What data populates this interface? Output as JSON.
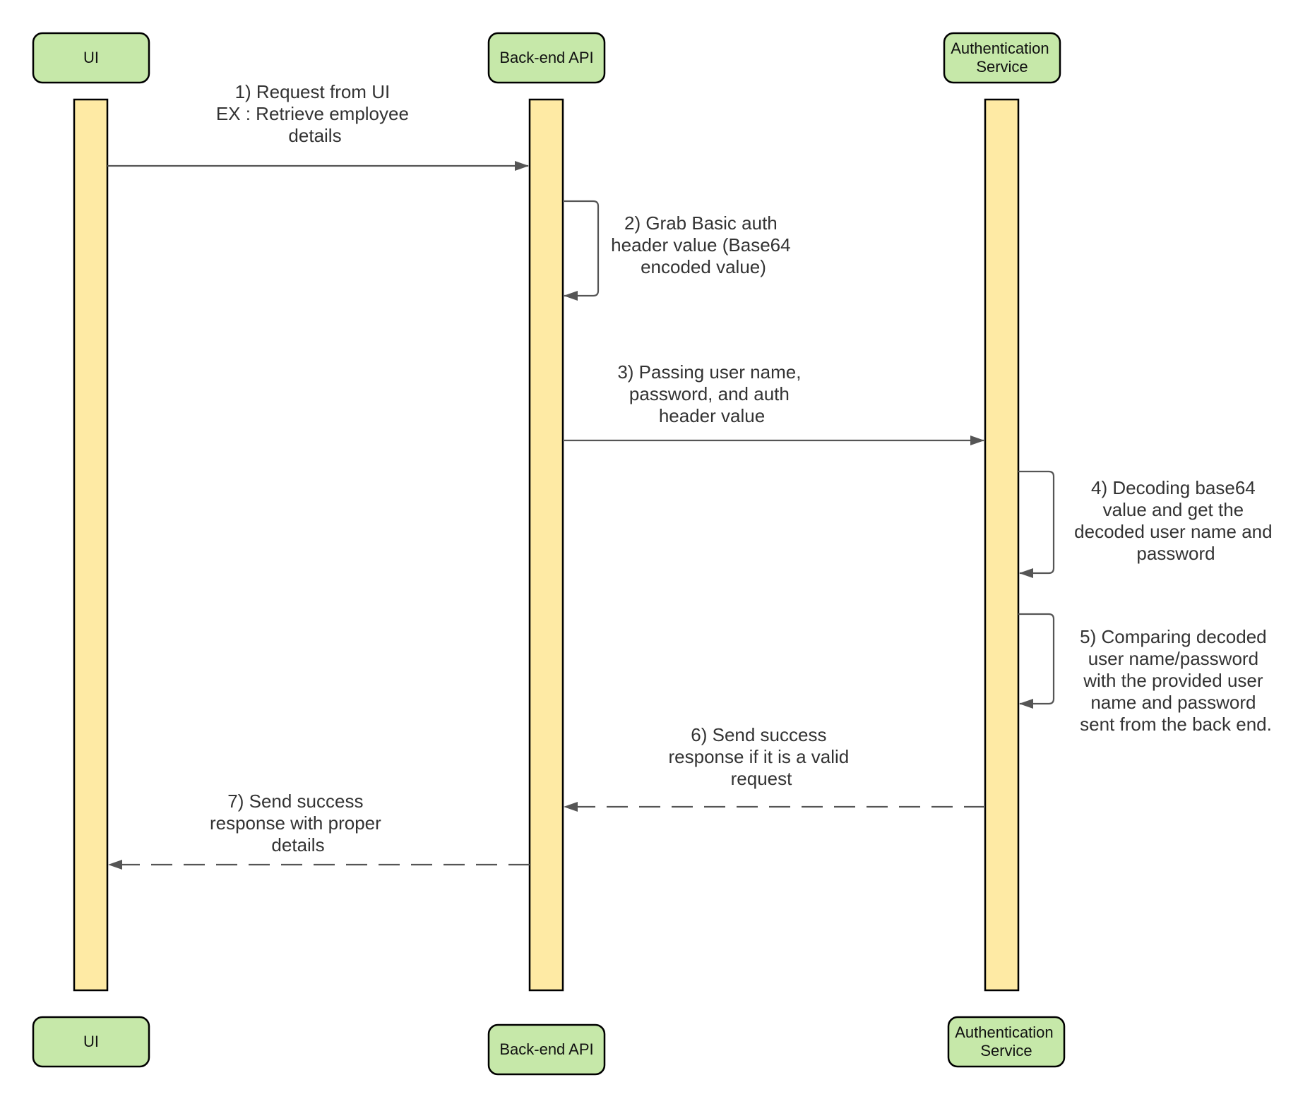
{
  "actors": [
    {
      "id": "ui",
      "top_label": [
        "UI"
      ],
      "bottom_label": [
        "UI"
      ]
    },
    {
      "id": "backend",
      "top_label": [
        "Back-end API"
      ],
      "bottom_label": [
        "Back-end API"
      ]
    },
    {
      "id": "auth",
      "top_label": [
        "Authentication",
        "Service"
      ],
      "bottom_label": [
        "Authentication",
        "Service"
      ]
    }
  ],
  "messages": [
    {
      "number": 1,
      "from": "ui",
      "to": "backend",
      "style": "solid",
      "lines": [
        "1) Request from UI",
        "EX : Retrieve employee",
        "details"
      ]
    },
    {
      "number": 2,
      "from": "backend",
      "to": "backend",
      "style": "self",
      "lines": [
        "2) Grab Basic auth",
        "header value (Base64",
        "encoded value)"
      ]
    },
    {
      "number": 3,
      "from": "backend",
      "to": "auth",
      "style": "solid",
      "lines": [
        "3) Passing user name,",
        "password, and auth",
        "header value"
      ]
    },
    {
      "number": 4,
      "from": "auth",
      "to": "auth",
      "style": "self",
      "lines": [
        "4) Decoding base64",
        "value and get the",
        "decoded user name and",
        "password"
      ]
    },
    {
      "number": 5,
      "from": "auth",
      "to": "auth",
      "style": "self",
      "lines": [
        "5) Comparing decoded",
        "user name/password",
        "with the provided user",
        "name and password",
        "sent from the back end."
      ]
    },
    {
      "number": 6,
      "from": "auth",
      "to": "backend",
      "style": "dashed",
      "lines": [
        "6) Send success",
        "response if it is a valid",
        "request"
      ]
    },
    {
      "number": 7,
      "from": "backend",
      "to": "ui",
      "style": "dashed",
      "lines": [
        "7) Send success",
        "response with proper",
        "details"
      ]
    }
  ],
  "colors": {
    "actor_fill": "#c6e8a9",
    "lifeline_fill": "#feeaa4",
    "arrow": "#555555",
    "text": "#333333"
  }
}
